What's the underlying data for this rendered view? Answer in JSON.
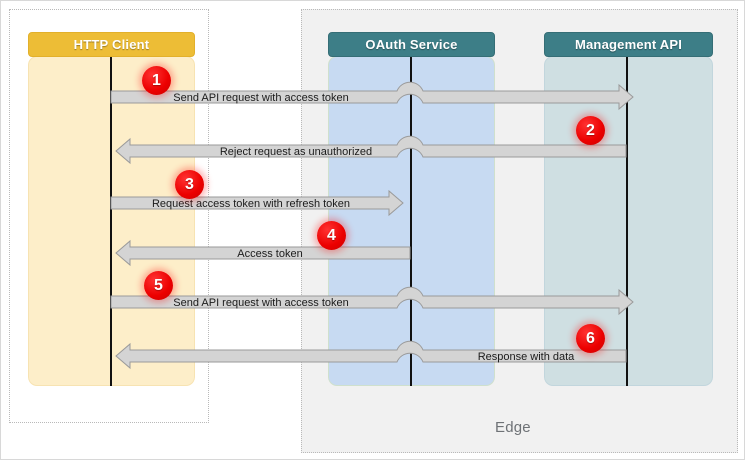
{
  "diagram": {
    "type": "sequence-diagram",
    "title": "",
    "groups": [
      {
        "name": "client-group",
        "label": ""
      },
      {
        "name": "edge-group",
        "label": "Edge"
      }
    ],
    "lifelines": [
      {
        "id": "client",
        "label": "HTTP Client",
        "header_color": "#edbd36",
        "body_color": "#fdeec9"
      },
      {
        "id": "oauth",
        "label": "OAuth Service",
        "header_color": "#3d7e87",
        "body_color": "#c7daf2"
      },
      {
        "id": "mgmt",
        "label": "Management API",
        "header_color": "#3d7e87",
        "body_color": "#cfdfe2"
      }
    ],
    "messages": [
      {
        "step": "1",
        "label": "Send API request with access token",
        "from": "client",
        "to": "mgmt",
        "direction": "right"
      },
      {
        "step": "2",
        "label": "Reject request as unauthorized",
        "from": "mgmt",
        "to": "client",
        "direction": "left"
      },
      {
        "step": "3",
        "label": "Request access token with refresh token",
        "from": "client",
        "to": "oauth",
        "direction": "right"
      },
      {
        "step": "4",
        "label": "Access token",
        "from": "oauth",
        "to": "client",
        "direction": "left"
      },
      {
        "step": "5",
        "label": "Send API request with access token",
        "from": "client",
        "to": "mgmt",
        "direction": "right"
      },
      {
        "step": "6",
        "label": "Response with data",
        "from": "mgmt",
        "to": "client",
        "direction": "left"
      }
    ],
    "colors": {
      "badge": "#ec0000",
      "arrow_fill": "#d4d4d4",
      "arrow_stroke": "#9a9a9a",
      "frame_border": "#b9b9b9",
      "edge_background": "#f1f1f1",
      "lifeline_stroke": "#111111"
    }
  }
}
